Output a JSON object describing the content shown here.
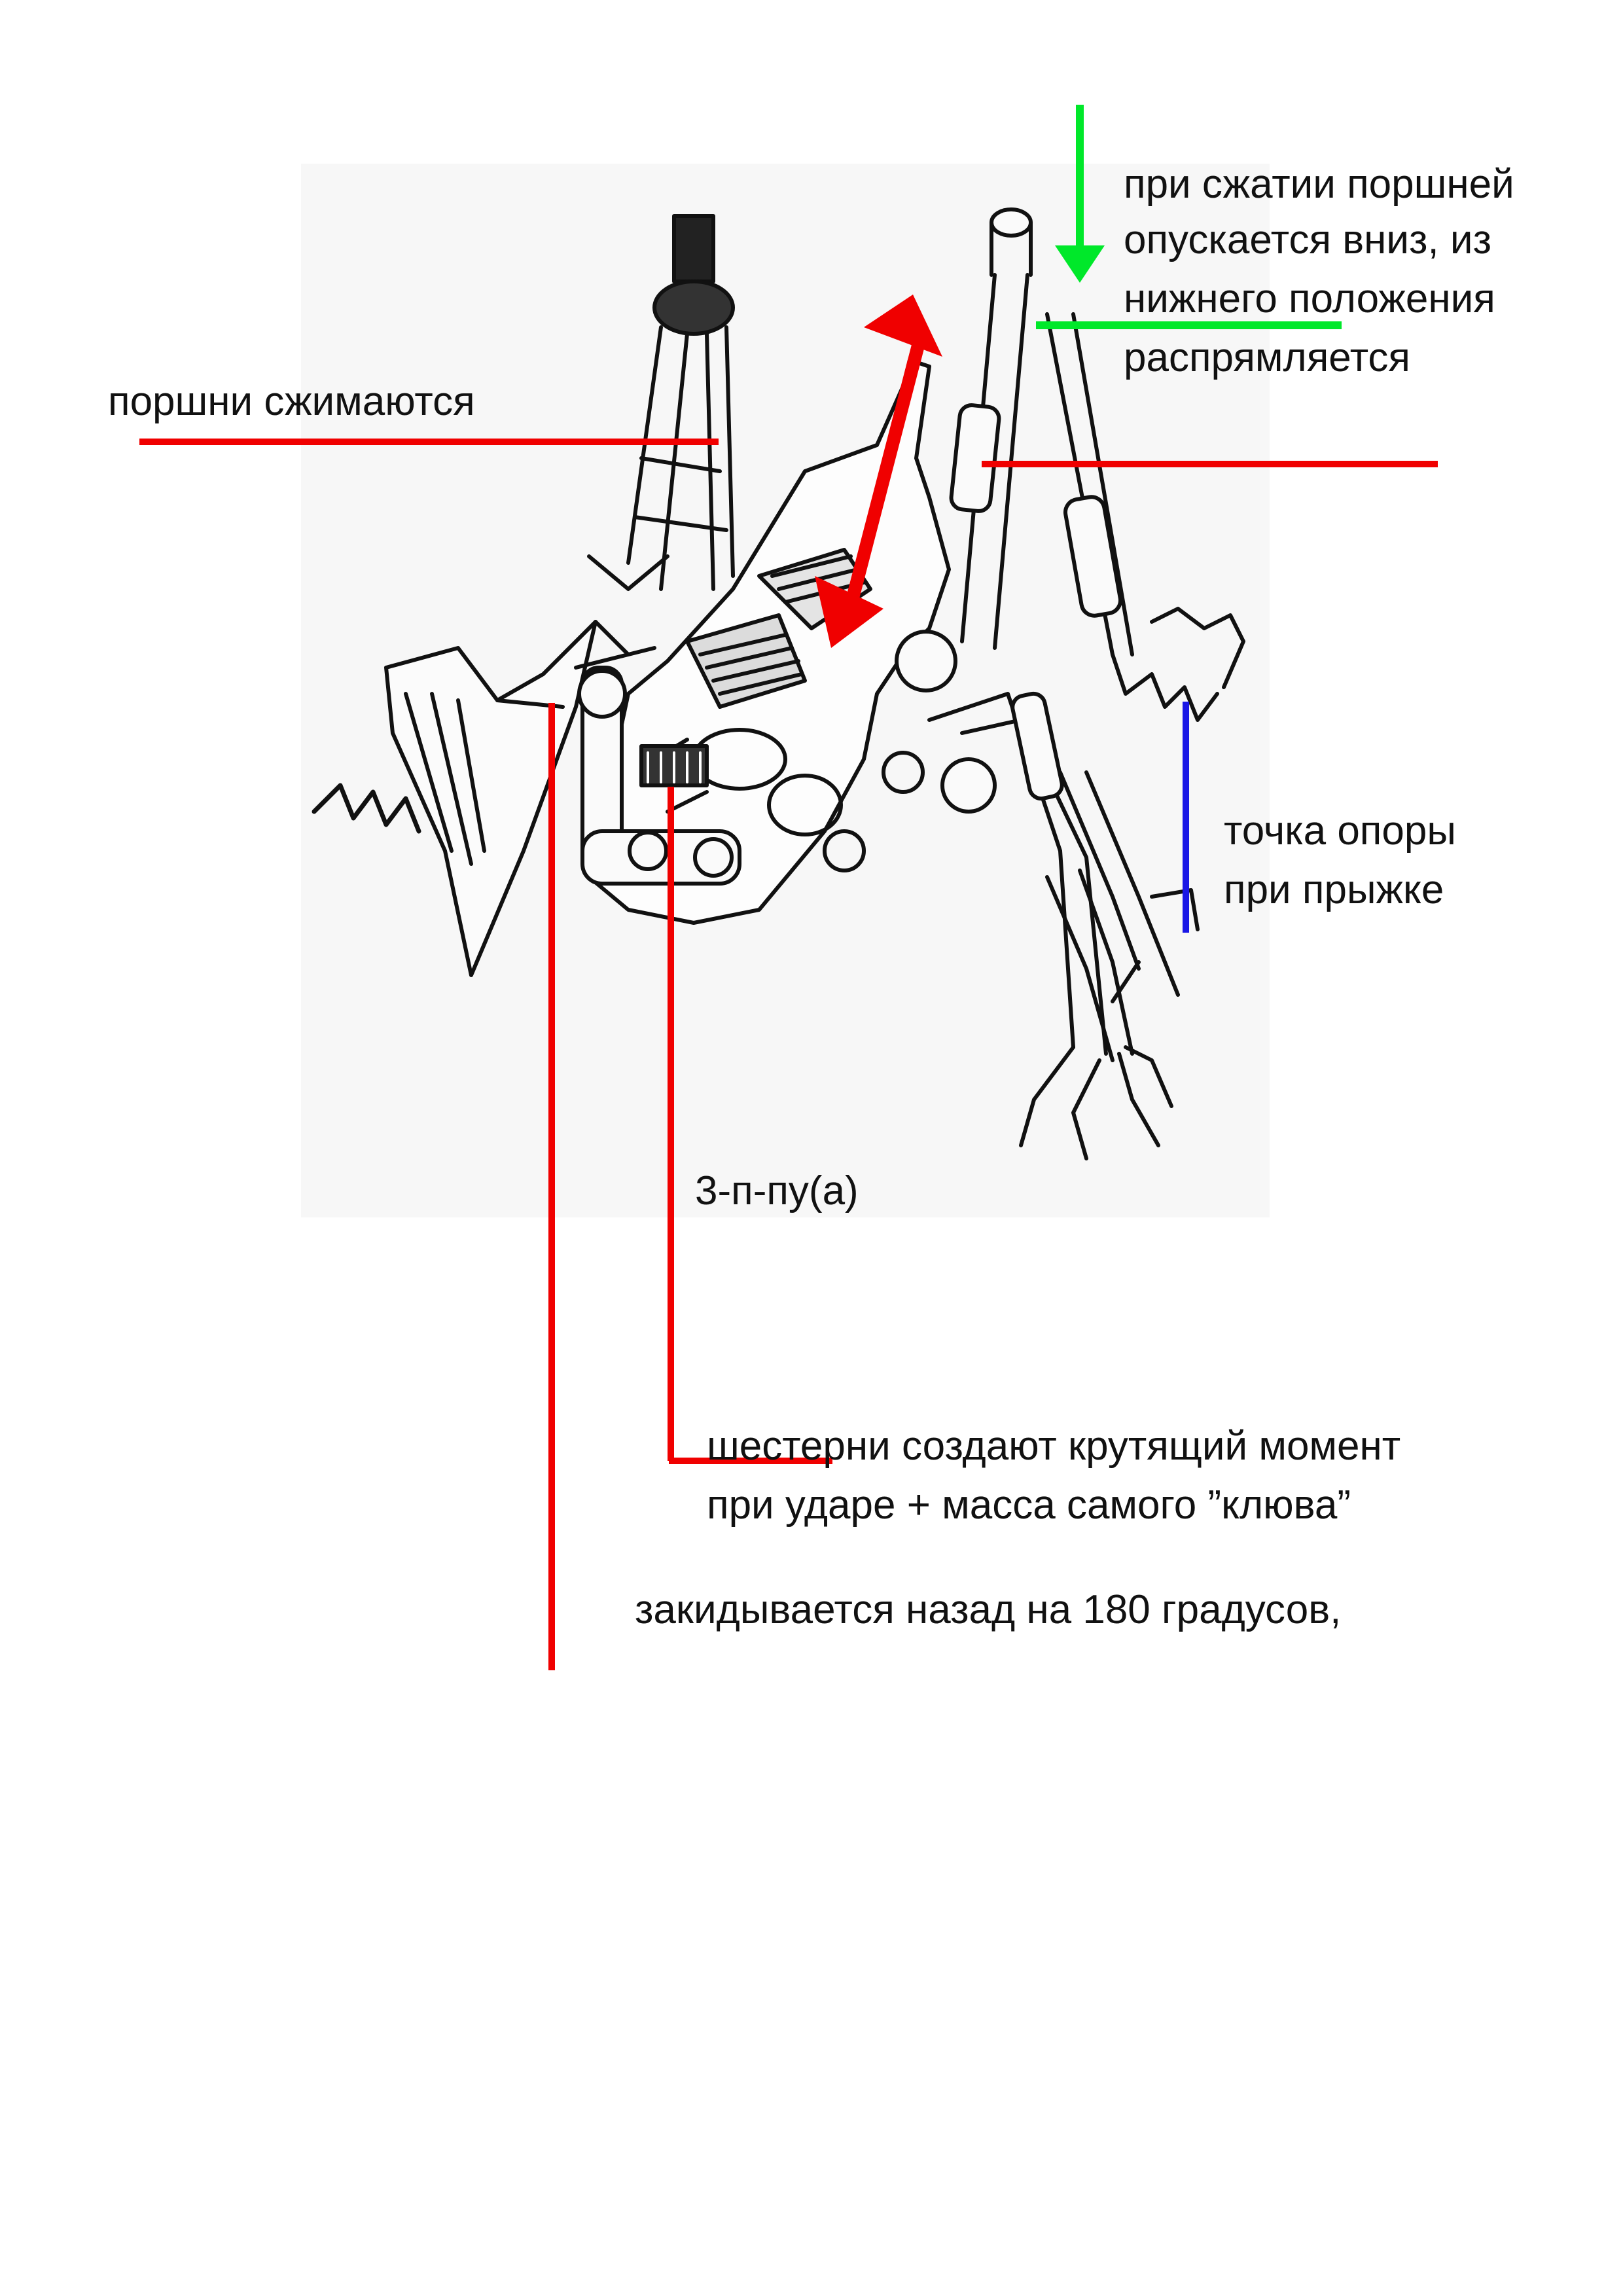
{
  "annotations": {
    "pistons_label": "поршни сжимаются",
    "compress_line1": "при сжатии поршней",
    "compress_line2": "опускается вниз, из",
    "compress_line3": "нижнего положения",
    "compress_line4": "распрямляется",
    "support_line1": "точка опоры",
    "support_line2": "при прыжке",
    "code_label": "3-п-пу(а)",
    "gears_line1": "шестерни создают крутящий момент",
    "gears_line2": "при ударе + масса самого ”клюва”",
    "throw_label": "закидывается назад на 180 градусов,"
  },
  "colors": {
    "red": "#f00000",
    "green": "#00e82a",
    "blue": "#1a17e6",
    "ink": "#111111",
    "photo_bg": "#f7f7f7"
  }
}
